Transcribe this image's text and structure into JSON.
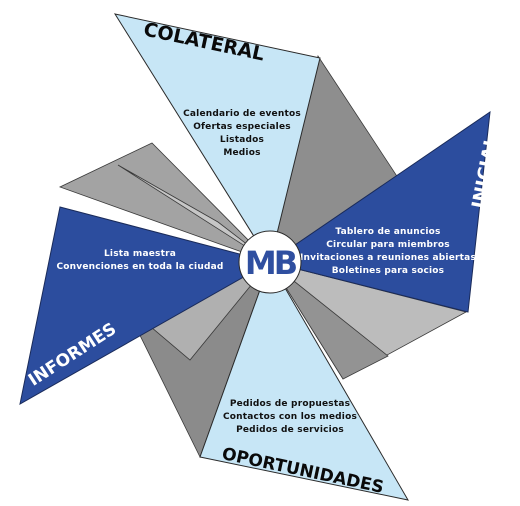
{
  "logo": {
    "text": "MB",
    "color": "#2f4fa0"
  },
  "colors": {
    "light_blue": "#c7e6f6",
    "dark_blue": "#2c4d9e",
    "gray_dark": "#8c8c8c",
    "gray_mid": "#a6a6a6",
    "gray_light": "#c2c2c2",
    "outline": "#222222"
  },
  "blades": {
    "colateral": {
      "title": "COLATERAL",
      "items": [
        "Calendario de eventos",
        "Ofertas especiales",
        "Listados",
        "Medios"
      ]
    },
    "inicial": {
      "title": "INICIAL",
      "items": [
        "Tablero de anuncios",
        "Circular para miembros",
        "Invitaciones a reuniones abiertas",
        "Boletines para socios"
      ]
    },
    "informes": {
      "title": "INFORMES",
      "items": [
        "Lista maestra",
        "Convenciones en toda la ciudad"
      ]
    },
    "oportunidades": {
      "title": "OPORTUNIDADES",
      "items": [
        "Pedidos de propuestas",
        "Contactos con los medios",
        "Pedidos de servicios"
      ]
    }
  }
}
